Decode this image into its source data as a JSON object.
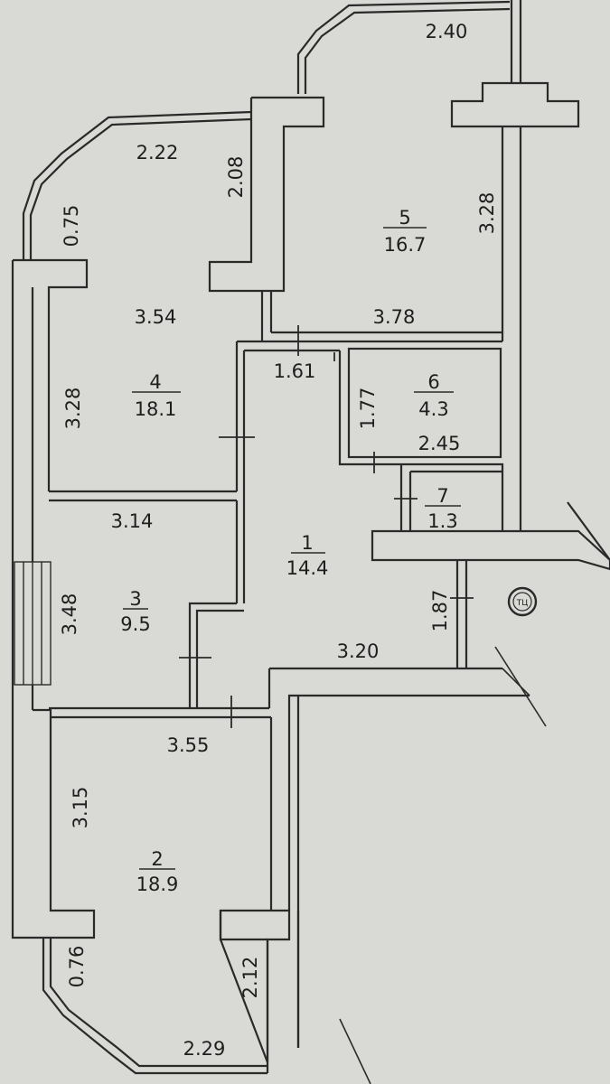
{
  "rooms": [
    {
      "id": "1",
      "number": "1",
      "area": "14.4"
    },
    {
      "id": "2",
      "number": "2",
      "area": "18.9"
    },
    {
      "id": "3",
      "number": "3",
      "area": "9.5"
    },
    {
      "id": "4",
      "number": "4",
      "area": "18.1"
    },
    {
      "id": "5",
      "number": "5",
      "area": "16.7"
    },
    {
      "id": "6",
      "number": "6",
      "area": "4.3"
    },
    {
      "id": "7",
      "number": "7",
      "area": "1.3"
    }
  ],
  "dimensions": {
    "balcony_top_width": "2.40",
    "loggia_top_width": "2.22",
    "loggia_top_depth": "2.08",
    "loggia_top_side": "0.75",
    "room5_height": "3.28",
    "room5_width": "3.78",
    "room4_width": "3.54",
    "room4_height": "3.28",
    "hall_passage": "1.61",
    "room6_height": "1.77",
    "room6_width": "2.45",
    "room3_width": "3.14",
    "room3_height": "3.48",
    "stair_passage": "1.87",
    "hall_width": "3.20",
    "room2_width": "3.55",
    "room2_height": "3.15",
    "loggia_bottom_side": "0.76",
    "loggia_bottom_depth": "2.12",
    "loggia_bottom_width": "2.29"
  },
  "stamp": "ТЦ"
}
